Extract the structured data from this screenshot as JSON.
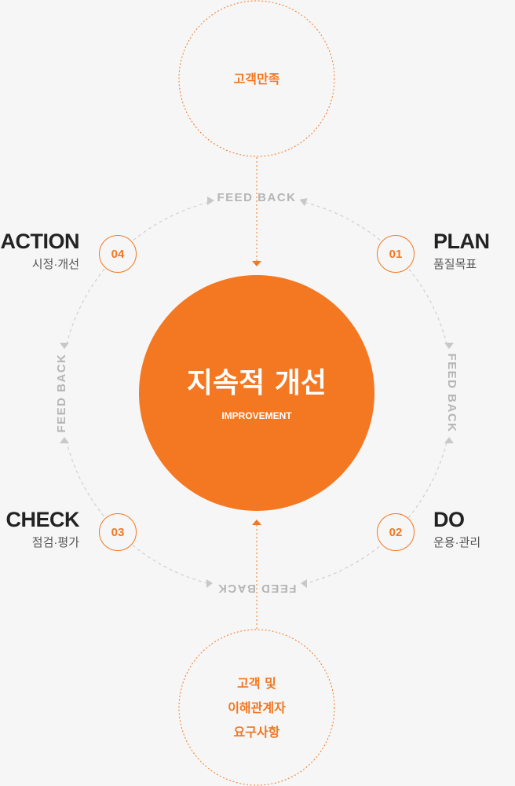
{
  "colors": {
    "accent": "#f47721",
    "feedback": "#bbbbbb"
  },
  "top_goal": "고객만족",
  "bottom_source": [
    "고객 및",
    "이해관계자",
    "요구사항"
  ],
  "center": {
    "title": "지속적 개선",
    "subtitle": "IMPROVEMENT"
  },
  "feedback_label": "FEED BACK",
  "steps": [
    {
      "num": "01",
      "title": "PLAN",
      "sub": "품질목표"
    },
    {
      "num": "02",
      "title": "DO",
      "sub": "운용·관리"
    },
    {
      "num": "03",
      "title": "CHECK",
      "sub": "점검·평가"
    },
    {
      "num": "04",
      "title": "ACTION",
      "sub": "시정·개선"
    }
  ]
}
